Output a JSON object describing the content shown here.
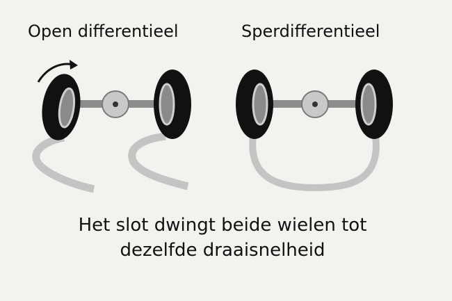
{
  "panels": {
    "left": {
      "title": "Open differentieel"
    },
    "right": {
      "title": "Sperdifferentieel"
    }
  },
  "caption": {
    "line1": "Het slot dwingt beide wielen tot",
    "line2": "dezelfde draaisnelheid"
  },
  "colors": {
    "background": "#f4f2ef",
    "tire": "#111111",
    "rim": "#8a8a8a",
    "axle": "#8c8c8c",
    "track": "#c4c4c4",
    "diff_housing": "#c9c9c9",
    "arrow": "#111111"
  },
  "icons": [
    "rotation-arrow-icon"
  ]
}
